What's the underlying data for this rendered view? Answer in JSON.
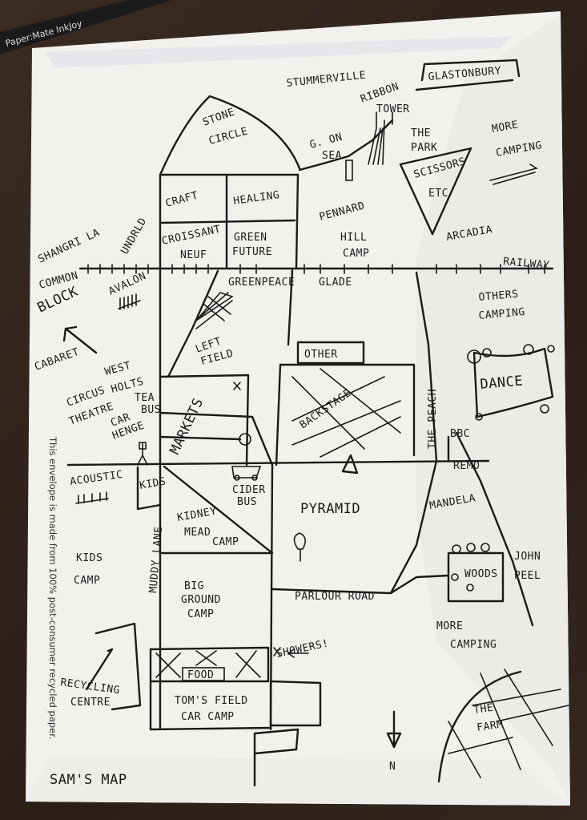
{
  "pen_brand": "Paper:Mate InkJoy",
  "title": "SAM'S MAP",
  "printed_note": "This envelope is made from 100% post-consumer recycled paper.",
  "north_label": "N",
  "labels": {
    "stummerville": "STUMMERVILLE",
    "glastonbury": "GLASTONBURY",
    "ribbon_tower_1": "RIBBON",
    "ribbon_tower_2": "TOWER",
    "stone_circle_1": "STONE",
    "stone_circle_2": "CIRCLE",
    "g_on_sea_1": "G. ON",
    "g_on_sea_2": "SEA",
    "the_park_1": "THE",
    "the_park_2": "PARK",
    "the_park_3": "SCISSORS",
    "the_park_4": "ETC",
    "more_camping_top_1": "MORE",
    "more_camping_top_2": "CAMPING",
    "craft": "CRAFT",
    "healing": "HEALING",
    "croissant_neuf_1": "CROISSANT",
    "croissant_neuf_2": "NEUF",
    "green_futures_1": "GREEN",
    "green_futures_2": "FUTURE",
    "pennard_1": "PENNARD",
    "pennard_2": "HILL",
    "pennard_3": "CAMP",
    "arcadia": "ARCADIA",
    "shangri_la": "SHANGRI LA",
    "underworld": "UNDRLD",
    "railway": "RAILWAY",
    "common_1": "COMMON",
    "common_2": "BLOCK",
    "avalon": "AVALON",
    "cabaret": "CABARET",
    "greenpeace": "GREENPEACE",
    "glade": "GLADE",
    "others_camping_1": "OTHERS",
    "others_camping_2": "CAMPING",
    "left_field_1": "LEFT",
    "left_field_2": "FIELD",
    "other": "OTHER",
    "west_holts_1": "WEST",
    "west_holts_2": "HOLTS",
    "circus_1": "CIRCUS",
    "circus_2": "THEATRE",
    "tea_bus_1": "TEA",
    "tea_bus_2": "BUS",
    "car_henge_1": "CAR",
    "car_henge_2": "HENGE",
    "markets": "MARKETS",
    "backstage": "BACKSTAGE",
    "the_peach": "THE PEACH",
    "bbc": "BBC",
    "dance": "DANCE",
    "remo": "REMO",
    "acoustic": "ACOUSTIC",
    "kids": "KIDS",
    "cider_bus_1": "CIDER",
    "cider_bus_2": "BUS",
    "pyramid": "PYRAMID",
    "kidney_1": "KIDNEY",
    "kidney_2": "MEAD",
    "kidney_3": "CAMP",
    "muddy_lane": "MUDDY LANE",
    "mandela": "MANDELA",
    "kids_camp_1": "KIDS",
    "kids_camp_2": "CAMP",
    "big_ground_1": "BIG",
    "big_ground_2": "GROUND",
    "big_ground_3": "CAMP",
    "parlour_road": "PARLOUR ROAD",
    "woods": "WOODS",
    "john_peel_1": "JOHN",
    "john_peel_2": "PEEL",
    "more_camping_bottom_1": "MORE",
    "more_camping_bottom_2": "CAMPING",
    "showers": "SHOWERS!",
    "food": "FOOD",
    "toms_field_1": "TOM'S FIELD",
    "toms_field_2": "CAR CAMP",
    "recycling_1": "RECYCLING",
    "recycling_2": "CENTRE",
    "the_farm_1": "THE",
    "the_farm_2": "FARM"
  }
}
